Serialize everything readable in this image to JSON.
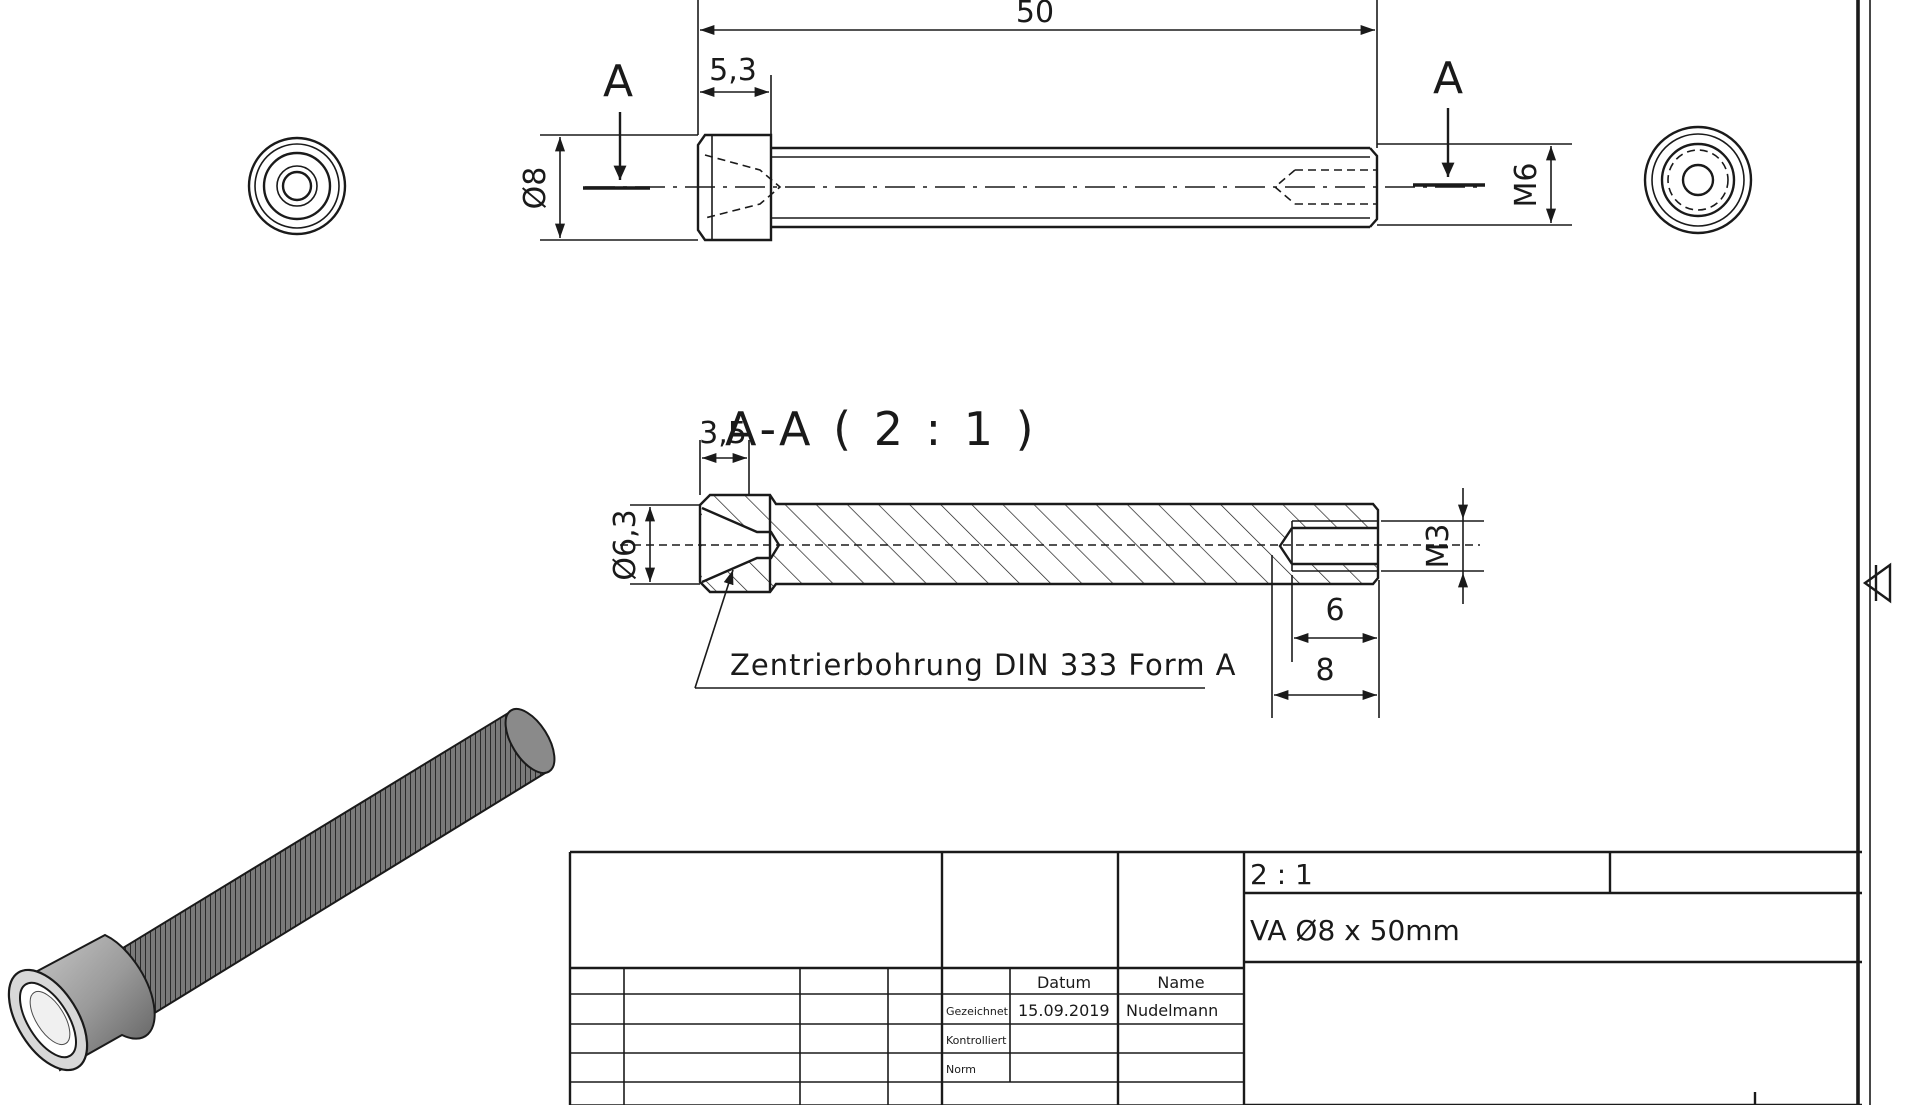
{
  "dimensions": {
    "overall_length": "50",
    "head_length": "5,3",
    "head_diameter": "Ø8",
    "thread_outer": "M6",
    "section_head_length": "3,5",
    "section_head_diameter": "Ø6,3",
    "tapped_thread": "M3",
    "thread_depth": "6",
    "bore_depth": "8"
  },
  "section": {
    "marker_left": "A",
    "marker_right": "A",
    "title": "A-A ( 2 : 1 )"
  },
  "callout": {
    "center_bore": "Zentrierbohrung DIN 333 Form A"
  },
  "title_block": {
    "scale": "2 : 1",
    "part_name": "VA Ø8 x 50mm",
    "col_date": "Datum",
    "col_name": "Name",
    "row_drawn": "Gezeichnet",
    "row_checked": "Kontrolliert",
    "row_norm": "Norm",
    "drawn_date": "15.09.2019",
    "drawn_name": "Nudelmann"
  }
}
